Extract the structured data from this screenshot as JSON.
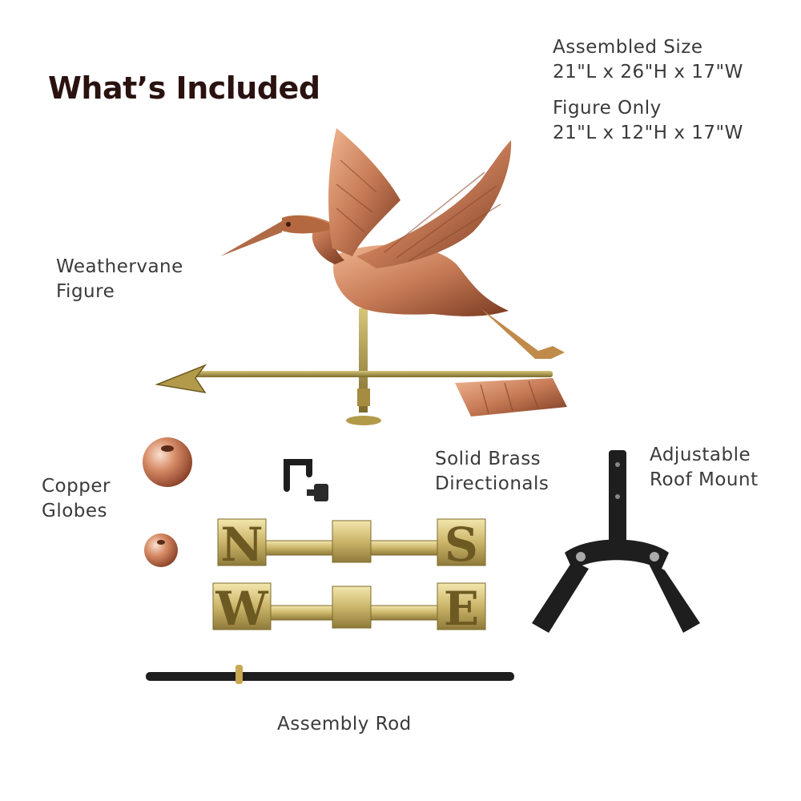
{
  "title": "What’s Included",
  "assembled": {
    "heading": "Assembled Size",
    "dims": "21\"L x 26\"H x 17\"W"
  },
  "figure_only": {
    "heading": "Figure Only",
    "dims": "21\"L x 12\"H x 17\"W"
  },
  "labels": {
    "weathervane": [
      "Weathervane",
      "Figure"
    ],
    "globes": [
      "Copper",
      "Globes"
    ],
    "brass": [
      "Solid Brass",
      "Directionals"
    ],
    "mount": [
      "Adjustable",
      "Roof Mount"
    ],
    "rod": "Assembly Rod"
  },
  "directionals": {
    "top": [
      "N",
      "S"
    ],
    "bottom": [
      "W",
      "E"
    ]
  },
  "colors": {
    "copper": "#c57a55",
    "brass": "#d4c27a",
    "black": "#1e1e1e",
    "title": "#2a1210",
    "text": "#3a3a3a"
  }
}
